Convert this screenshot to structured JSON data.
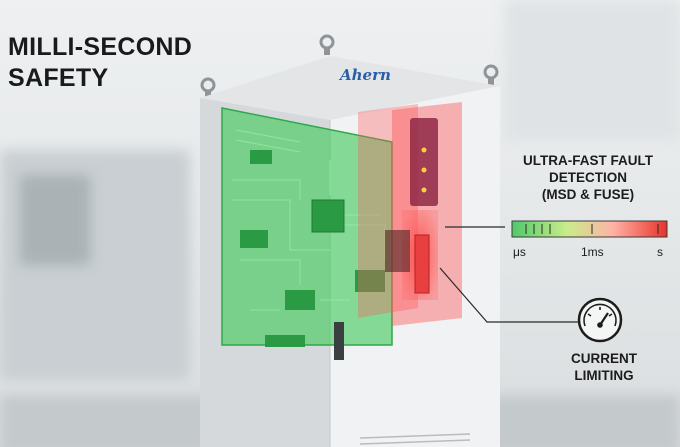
{
  "headline": {
    "line1": "MILLI-SECOND",
    "line2": "SAFETY"
  },
  "brand": {
    "name": "Ahern",
    "color": "#2a5fa8"
  },
  "fault_detection": {
    "line1": "ULTRA-FAST FAULT",
    "line2": "DETECTION",
    "line3": "(MSD & FUSE)"
  },
  "time_scale": {
    "labels": [
      "μs",
      "1ms",
      "s"
    ],
    "colors": [
      "#4fc96a",
      "#c8ec8a",
      "#ffb3a6",
      "#e8322a"
    ]
  },
  "current_limiting": {
    "line1": "CURRENT",
    "line2": "LIMITING",
    "icon": "gauge-icon"
  },
  "colors": {
    "pcb_green": "#3fc95a",
    "fault_red": "#f04040",
    "text": "#1c1c1c"
  }
}
